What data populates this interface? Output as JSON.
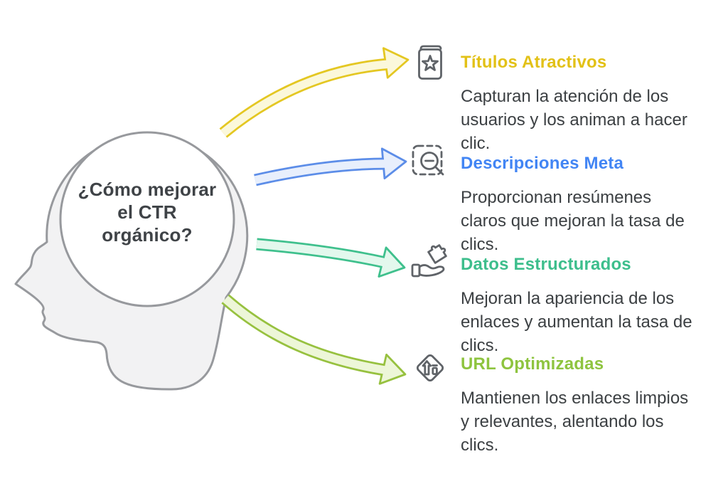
{
  "center": {
    "question_lines": [
      "¿Cómo mejorar",
      "el CTR",
      "orgánico?"
    ]
  },
  "items": [
    {
      "title": "Títulos Atractivos",
      "description": "Capturan la atención de los usuarios y los animan a hacer clic.",
      "icon": "book-star-icon",
      "heading_color": "#e2c117"
    },
    {
      "title": "Descripciones Meta",
      "description": "Proporcionan resúmenes claros que mejoran la tasa de clics.",
      "icon": "zoom-out-snippet-icon",
      "heading_color": "#4285f4"
    },
    {
      "title": "Datos Estructurados",
      "description": "Mejoran la apariencia de los enlaces y aumentan la tasa de clics.",
      "icon": "hand-puzzle-icon",
      "heading_color": "#3dbe8c"
    },
    {
      "title": "URL Optimizadas",
      "description": "Mantienen los enlaces limpios y relevantes, alentando los clics.",
      "icon": "url-sign-icon",
      "heading_color": "#8ec43f"
    }
  ],
  "colors": {
    "arrow_yellow_edge": "#e4c722",
    "arrow_yellow_fill": "#fbf8db",
    "arrow_blue_edge": "#5c8de8",
    "arrow_blue_fill": "#e8effc",
    "arrow_green_edge": "#3fc08d",
    "arrow_green_fill": "#e3f8ed",
    "arrow_lime_edge": "#97c13f",
    "arrow_lime_fill": "#edf6d8",
    "head_fill": "#f2f2f3",
    "head_stroke": "#97999d",
    "icon_stroke": "#5f6368",
    "body_text": "#3c4043"
  }
}
